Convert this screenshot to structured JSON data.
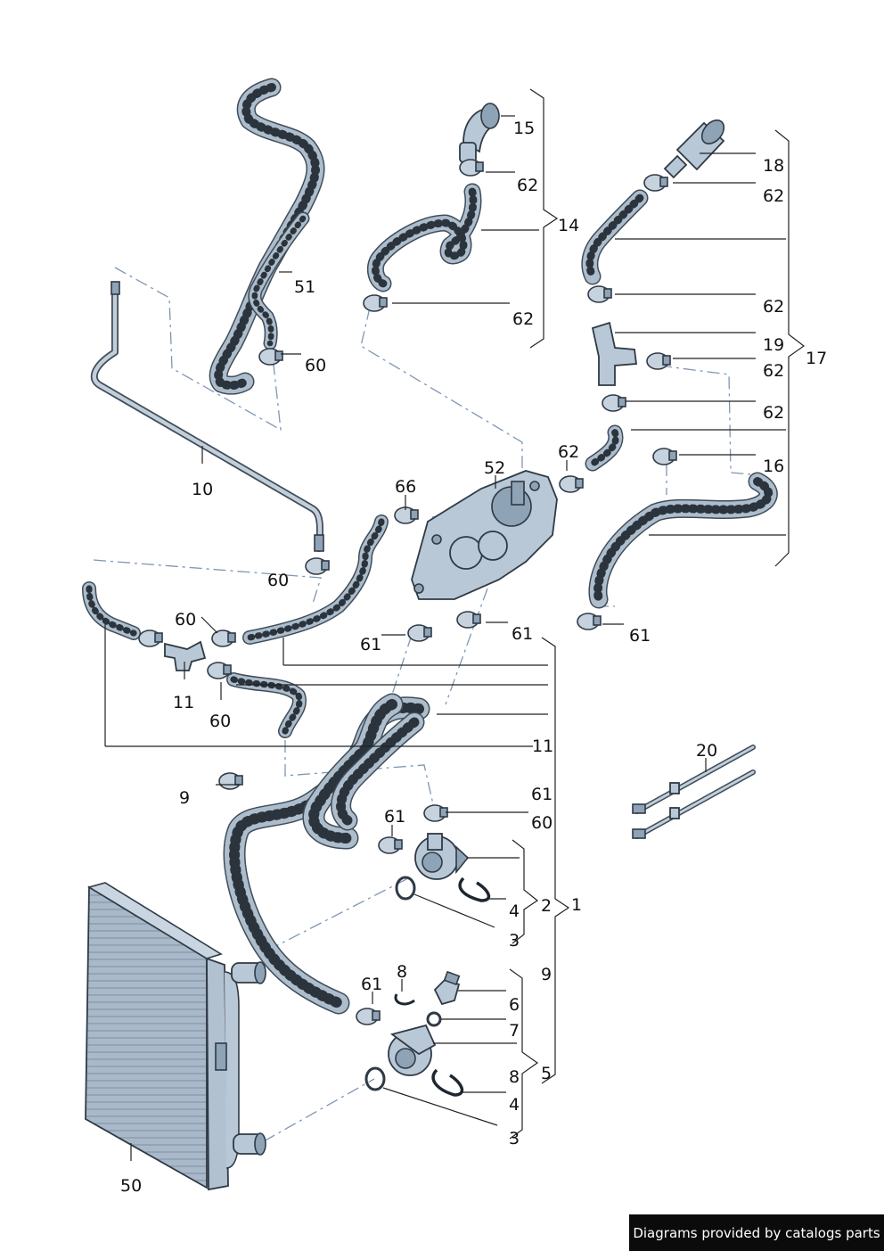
{
  "diagram": {
    "type": "exploded-parts-diagram",
    "colors": {
      "part_fill": "#b9c8d7",
      "part_outline": "#2f3a45",
      "hose_dots": "#2b343d",
      "leader_line": "#222222",
      "dash_line": "#7f96b3",
      "credit_background": "#0b0b0b",
      "credit_text": "#ffffff"
    },
    "callouts": [
      {
        "id": "c15",
        "text": "15"
      },
      {
        "id": "c62a",
        "text": "62"
      },
      {
        "id": "c14",
        "text": "14"
      },
      {
        "id": "c62b",
        "text": "62"
      },
      {
        "id": "c18",
        "text": "18"
      },
      {
        "id": "c62c",
        "text": "62"
      },
      {
        "id": "c62d",
        "text": "62"
      },
      {
        "id": "c19",
        "text": "19"
      },
      {
        "id": "c62e",
        "text": "62"
      },
      {
        "id": "c17",
        "text": "17"
      },
      {
        "id": "c62f",
        "text": "62"
      },
      {
        "id": "c16",
        "text": "16"
      },
      {
        "id": "c62g",
        "text": "62"
      },
      {
        "id": "c52",
        "text": "52"
      },
      {
        "id": "c66",
        "text": "66"
      },
      {
        "id": "c51",
        "text": "51"
      },
      {
        "id": "c60a",
        "text": "60"
      },
      {
        "id": "c10",
        "text": "10"
      },
      {
        "id": "c60b",
        "text": "60"
      },
      {
        "id": "c60c",
        "text": "60"
      },
      {
        "id": "c61a",
        "text": "61"
      },
      {
        "id": "c61b",
        "text": "61"
      },
      {
        "id": "c61c",
        "text": "61"
      },
      {
        "id": "c11a",
        "text": "11"
      },
      {
        "id": "c60d",
        "text": "60"
      },
      {
        "id": "c11b",
        "text": "11"
      },
      {
        "id": "c20",
        "text": "20"
      },
      {
        "id": "c9a",
        "text": "9"
      },
      {
        "id": "c61d",
        "text": "61"
      },
      {
        "id": "c61e",
        "text": "61"
      },
      {
        "id": "c60e",
        "text": "60"
      },
      {
        "id": "c1",
        "text": "1"
      },
      {
        "id": "c2",
        "text": "2"
      },
      {
        "id": "c4a",
        "text": "4"
      },
      {
        "id": "c3a",
        "text": "3"
      },
      {
        "id": "c9b",
        "text": "9"
      },
      {
        "id": "c8a",
        "text": "8"
      },
      {
        "id": "c61f",
        "text": "61"
      },
      {
        "id": "c6",
        "text": "6"
      },
      {
        "id": "c7",
        "text": "7"
      },
      {
        "id": "c8b",
        "text": "8"
      },
      {
        "id": "c5",
        "text": "5"
      },
      {
        "id": "c4b",
        "text": "4"
      },
      {
        "id": "c3b",
        "text": "3"
      },
      {
        "id": "c50",
        "text": "50"
      }
    ]
  },
  "footer": {
    "credit": "Diagrams provided by catalogs parts"
  }
}
